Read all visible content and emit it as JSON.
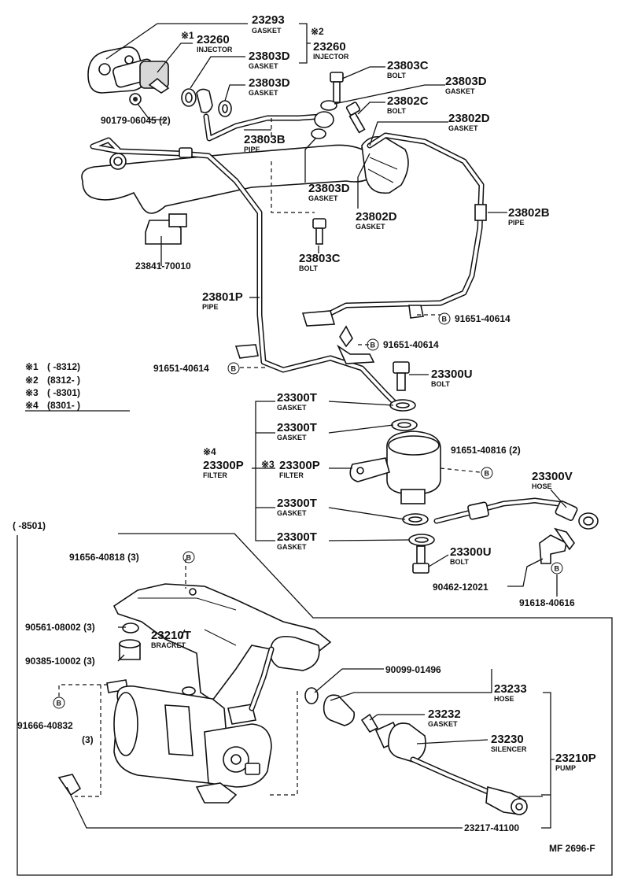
{
  "parts": {
    "p23293": {
      "num": "23293",
      "name": "GASKET"
    },
    "p23260a": {
      "num": "23260",
      "name": "INJECTOR",
      "mark": "※1"
    },
    "p23260b": {
      "num": "23260",
      "name": "INJECTOR",
      "mark": "※2"
    },
    "p23803D_1": {
      "num": "23803D",
      "name": "GASKET"
    },
    "p23803D_2": {
      "num": "23803D",
      "name": "GASKET"
    },
    "p90179": {
      "num": "90179-06045 (2)"
    },
    "p23803C_1": {
      "num": "23803C",
      "name": "BOLT"
    },
    "p23803D_3": {
      "num": "23803D",
      "name": "GASKET"
    },
    "p23802C": {
      "num": "23802C",
      "name": "BOLT"
    },
    "p23802D_1": {
      "num": "23802D",
      "name": "GASKET"
    },
    "p23803B": {
      "num": "23803B",
      "name": "PIPE"
    },
    "p23803D_4": {
      "num": "23803D",
      "name": "GASKET"
    },
    "p23802D_2": {
      "num": "23802D",
      "name": "GASKET"
    },
    "p23802B": {
      "num": "23802B",
      "name": "PIPE"
    },
    "p23841": {
      "num": "23841-70010"
    },
    "p23803C_2": {
      "num": "23803C",
      "name": "BOLT"
    },
    "p23801P": {
      "num": "23801P",
      "name": "PIPE"
    },
    "p91651_a": {
      "num": "91651-40614",
      "mark": "B"
    },
    "p91651_b": {
      "num": "91651-40614",
      "mark": "B"
    },
    "p91651_c": {
      "num": "91651-40614",
      "mark": "B"
    },
    "p23300U_1": {
      "num": "23300U",
      "name": "BOLT"
    },
    "p23300T_1": {
      "num": "23300T",
      "name": "GASKET"
    },
    "p23300T_2": {
      "num": "23300T",
      "name": "GASKET"
    },
    "p23300P_a": {
      "num": "23300P",
      "name": "FILTER",
      "mark": "※4"
    },
    "p23300P_b": {
      "num": "23300P",
      "name": "FILTER",
      "mark": "※3"
    },
    "p91651_816": {
      "num": "91651-40816 (2)",
      "mark": "B"
    },
    "p23300V": {
      "num": "23300V",
      "name": "HOSE"
    },
    "p23300T_3": {
      "num": "23300T",
      "name": "GASKET"
    },
    "p23300T_4": {
      "num": "23300T",
      "name": "GASKET"
    },
    "p23300U_2": {
      "num": "23300U",
      "name": "BOLT"
    },
    "p90462": {
      "num": "90462-12021"
    },
    "p91618": {
      "num": "91618-40616",
      "mark": "B"
    },
    "p91656": {
      "num": "91656-40818 (3)",
      "mark": "B"
    },
    "p90561": {
      "num": "90561-08002 (3)"
    },
    "p23210T": {
      "num": "23210T",
      "name": "BRACKET"
    },
    "p90385": {
      "num": "90385-10002 (3)"
    },
    "p91666": {
      "num": "91666-40832",
      "qty": "(3)",
      "mark": "B"
    },
    "p90099": {
      "num": "90099-01496"
    },
    "p23233": {
      "num": "23233",
      "name": "HOSE"
    },
    "p23232": {
      "num": "23232",
      "name": "GASKET"
    },
    "p23230": {
      "num": "23230",
      "name": "SILENCER"
    },
    "p23210P": {
      "num": "23210P",
      "name": "PUMP"
    },
    "p23217": {
      "num": "23217-41100"
    }
  },
  "legend": [
    {
      "mark": "※1",
      "range": "(      -8312)"
    },
    {
      "mark": "※2",
      "range": "(8312-      )"
    },
    {
      "mark": "※3",
      "range": "(      -8301)"
    },
    {
      "mark": "※4",
      "range": "(8301-      )"
    }
  ],
  "box_label": "(      -8501)",
  "figure_code": "MF 2696-F"
}
